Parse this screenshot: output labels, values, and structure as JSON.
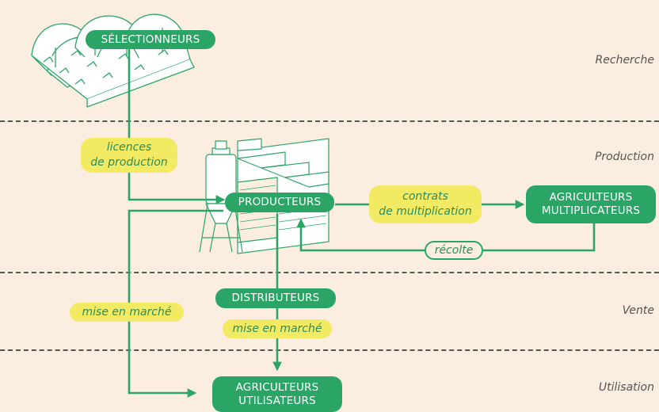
{
  "stages": [
    "Recherche",
    "Production",
    "Vente",
    "Utilisation"
  ],
  "actors": {
    "selectionneurs": "SÉLECTIONNEURS",
    "producteurs": "PRODUCTEURS",
    "agriculteurs_multiplicateurs": "AGRICULTEURS\nMULTIPLICATEURS",
    "distributeurs": "DISTRIBUTEURS",
    "agriculteurs_utilisateurs": "AGRICULTEURS\nUTILISATEURS"
  },
  "flows": {
    "licences": "licences\nde production",
    "contrats": "contrats\nde multiplication",
    "recolte": "récolte",
    "mise_en_marche_left": "mise en marché",
    "mise_en_marche_center": "mise en marché"
  },
  "icons": [
    "greenhouse-icon",
    "factory-silo-icon"
  ],
  "colors": {
    "background": "#fbeee0",
    "green": "#2aa566",
    "yellow": "#f2ea62",
    "text": "#555555"
  }
}
